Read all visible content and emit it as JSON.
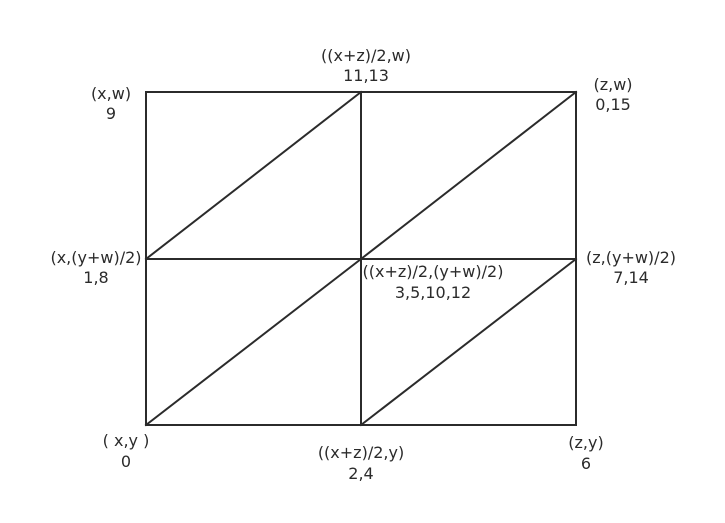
{
  "diagram": {
    "nodes": {
      "top_left": {
        "coord": "(x,w)",
        "ids": "9"
      },
      "top_mid": {
        "coord": "((x+z)/2,w)",
        "ids": "11,13"
      },
      "top_right": {
        "coord": "(z,w)",
        "ids": "0,15"
      },
      "mid_left": {
        "coord": "(x,(y+w)/2)",
        "ids": "1,8"
      },
      "center": {
        "coord": "((x+z)/2,(y+w)/2)",
        "ids": "3,5,10,12"
      },
      "mid_right": {
        "coord": "(z,(y+w)/2)",
        "ids": "7,14"
      },
      "bottom_left": {
        "coord": "( x,y )",
        "ids": "0"
      },
      "bottom_mid": {
        "coord": "((x+z)/2,y)",
        "ids": "2,4"
      },
      "bottom_right": {
        "coord": "(z,y)",
        "ids": "6"
      }
    },
    "line_color": "#2b2b2b"
  }
}
